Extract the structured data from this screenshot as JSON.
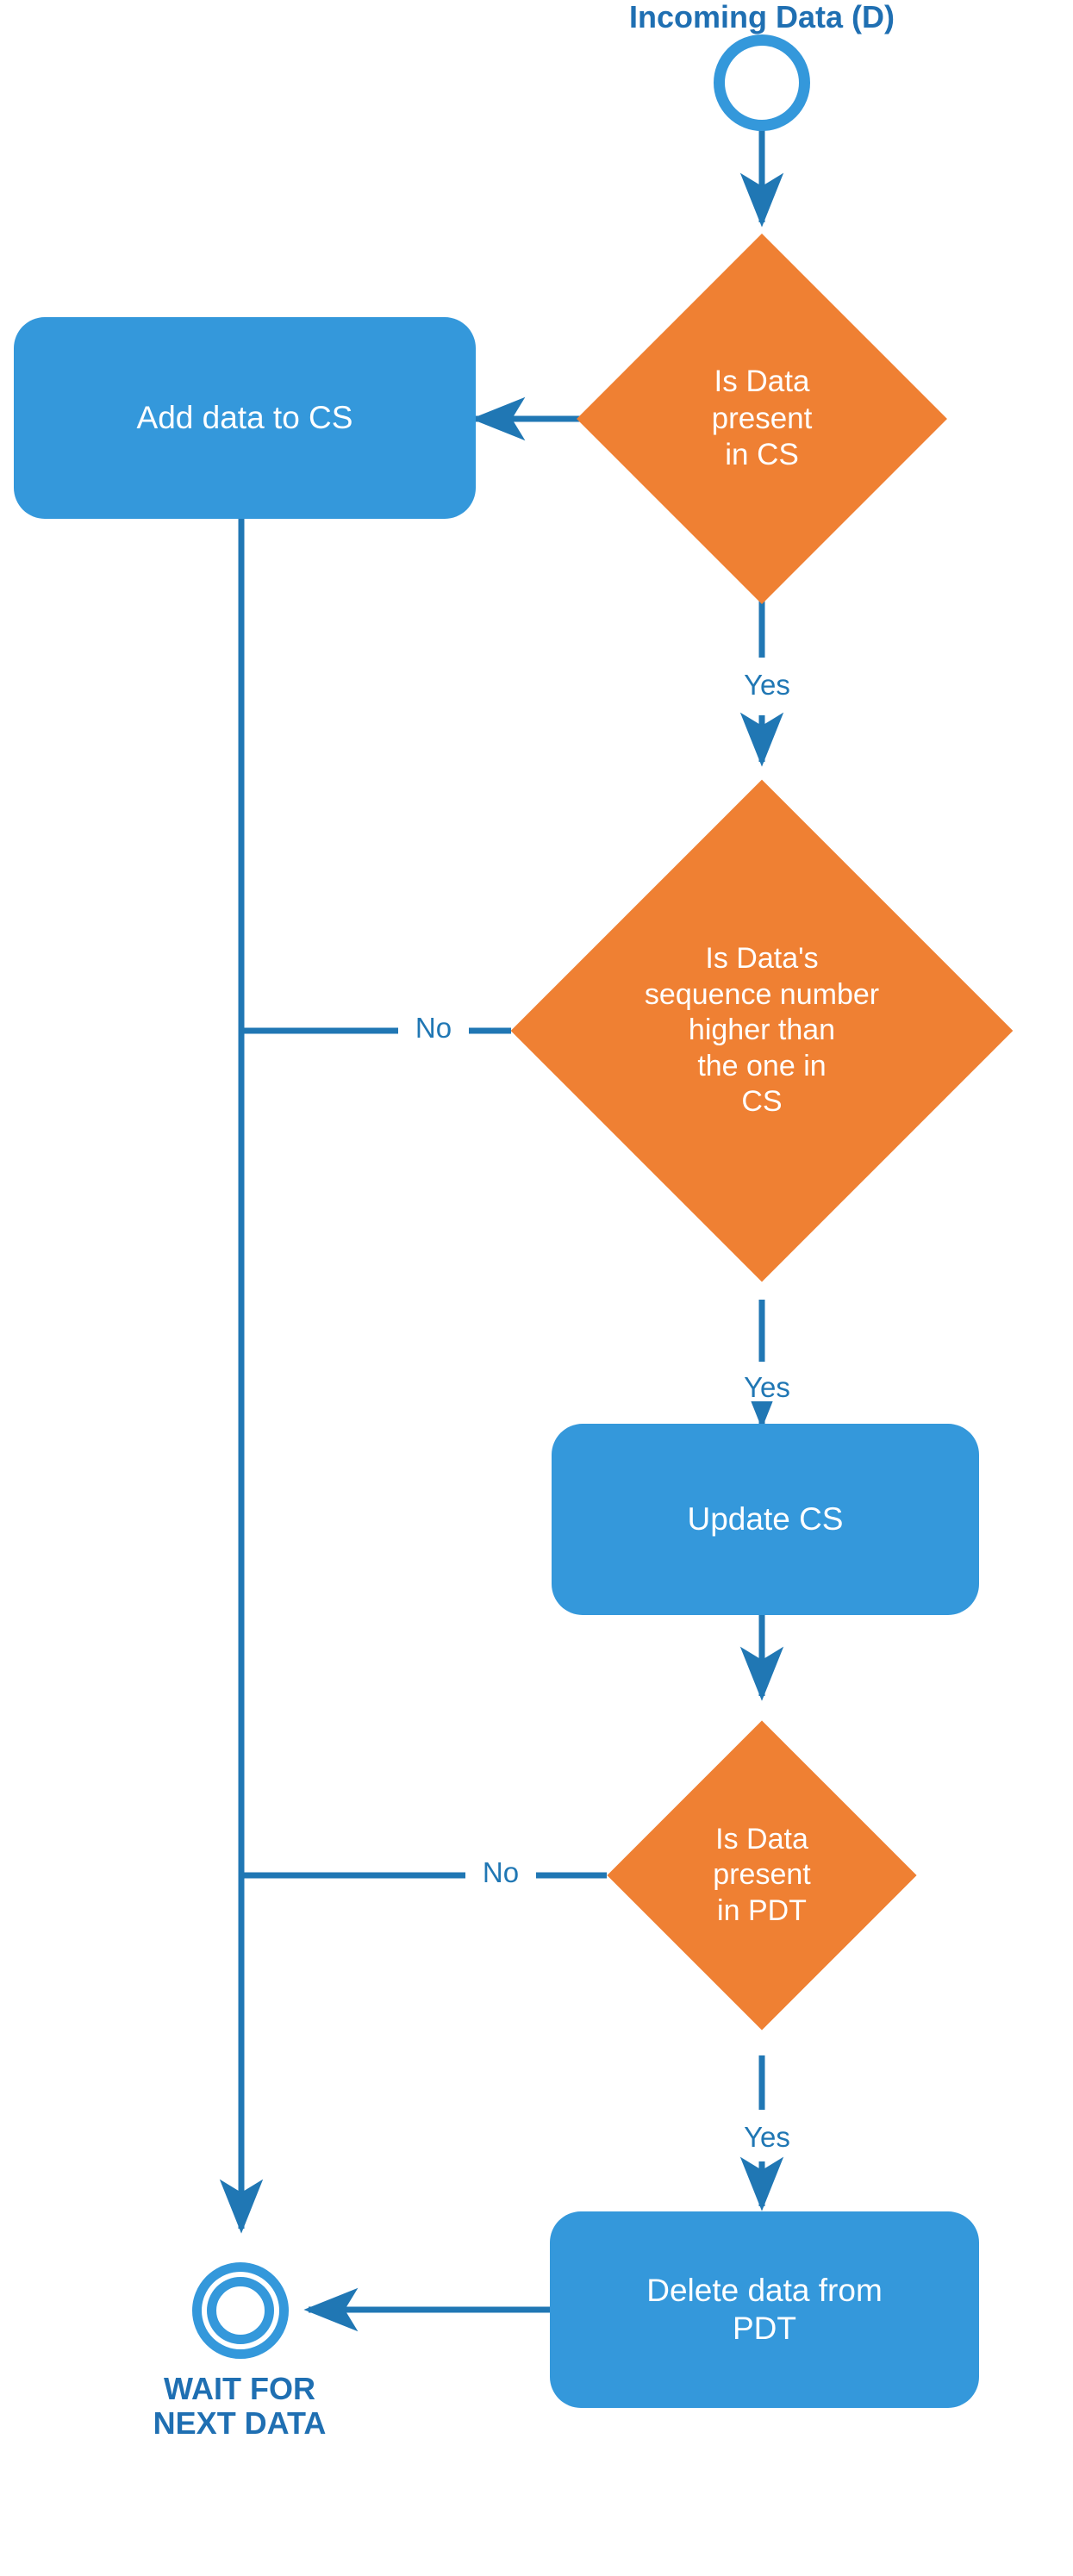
{
  "diagram": {
    "title": "Incoming Data (D) flow",
    "colors": {
      "process_fill": "#3498db",
      "decision_fill": "#ef8033",
      "connector": "#2077b4",
      "text_on_shape": "#ffffff",
      "caption_text": "#1f6fb2"
    }
  },
  "captions": {
    "start": "Incoming Data (D)",
    "end": "WAIT FOR\nNEXT DATA"
  },
  "nodes": {
    "start_circle": {
      "icon": "initial-node-circle"
    },
    "decision_1": {
      "label": "Is Data\npresent\nin CS"
    },
    "process_add": {
      "label": "Add data to CS"
    },
    "decision_2": {
      "label": "Is Data's\nsequence number\nhigher than\nthe one in\nCS"
    },
    "process_update": {
      "label": "Update CS"
    },
    "decision_3": {
      "label": "Is Data\npresent\nin PDT"
    },
    "process_delete": {
      "label": "Delete data from\nPDT"
    },
    "end_circle": {
      "icon": "final-node-double-circle"
    }
  },
  "edge_labels": {
    "d1_no_to_add": "",
    "d1_yes_to_d2": "Yes",
    "d2_no_to_left": "No",
    "d2_yes_to_update": "Yes",
    "d3_no_to_left": "No",
    "d3_yes_to_delete": "Yes"
  }
}
